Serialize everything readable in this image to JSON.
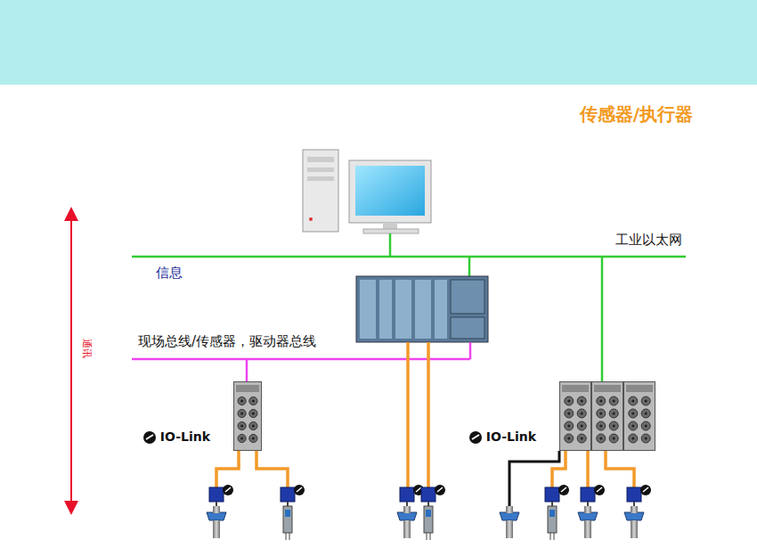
{
  "diagram": {
    "title": "传感器/执行器",
    "nodes": [
      {
        "text": [
          "IO-Link"
        ]
      },
      {
        "text": [
          "IO-Link"
        ]
      }
    ],
    "labels": [
      "工业以太网",
      "信息",
      "现场总线/传感器，驱动器总线",
      "通讯"
    ]
  }
}
